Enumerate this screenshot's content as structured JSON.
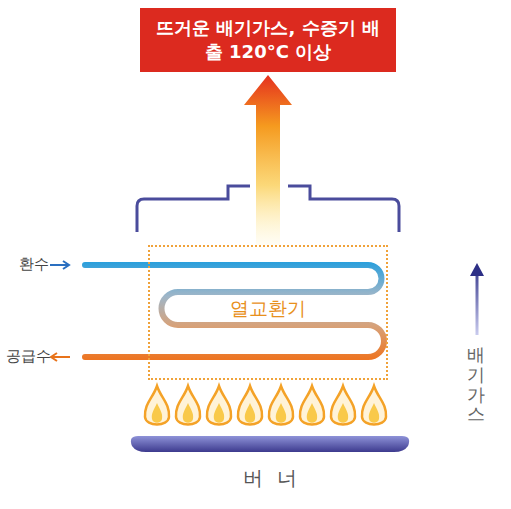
{
  "diagram": {
    "nodes": [
      {
        "text": [
          "뜨거운 배기가스, 수증기 배출 120°C 이상"
        ]
      },
      {
        "text": [
          "열교환기"
        ]
      }
    ],
    "edges": [
      {
        "from": 1,
        "to": 0,
        "arrow": "to"
      }
    ],
    "labels": [
      "환수",
      "공급수",
      "배기가스",
      "버너"
    ]
  }
}
